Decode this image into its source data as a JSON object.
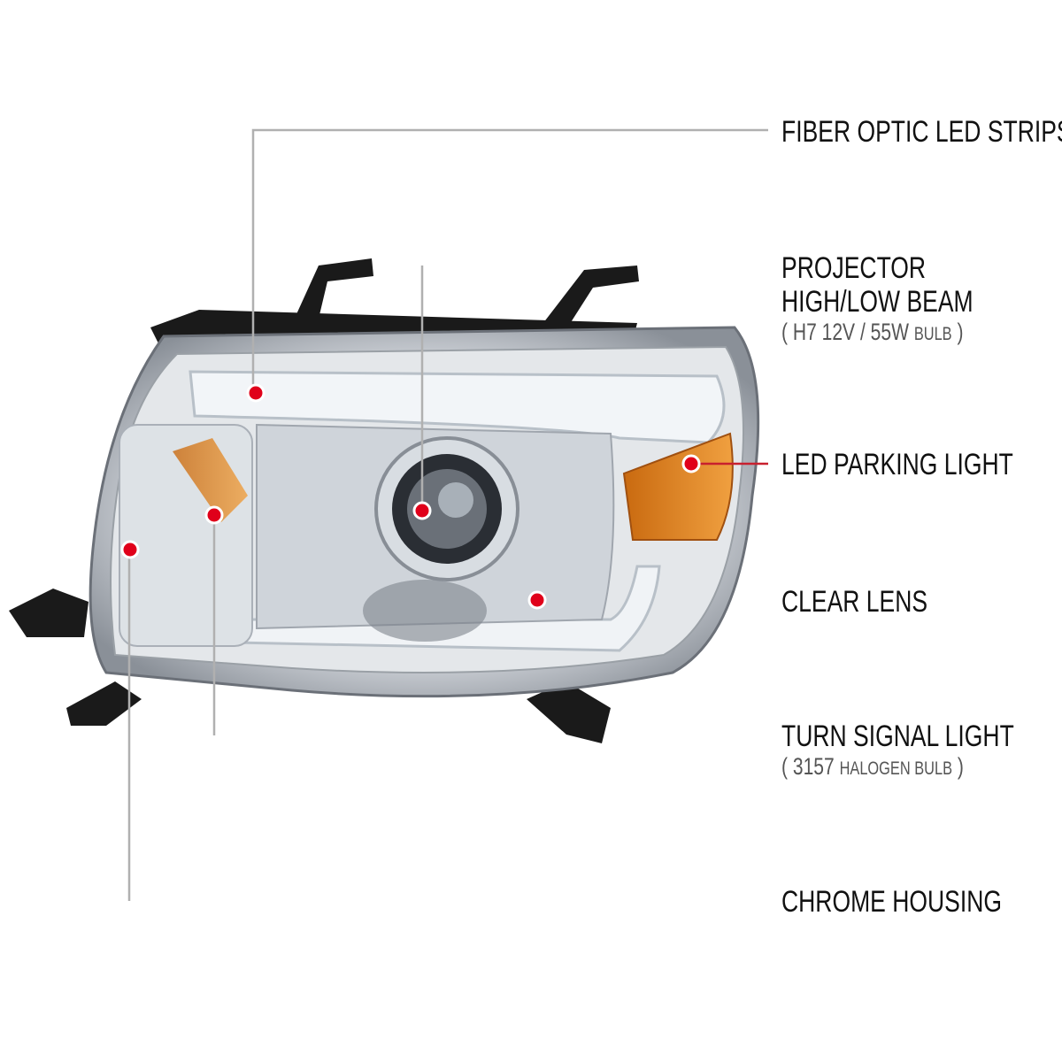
{
  "callouts": [
    {
      "title": "FIBER OPTIC LED STRIPS"
    },
    {
      "title": "PROJECTOR",
      "title2": "HIGH/LOW BEAM",
      "sub_open": "( H7  12V / 55W ",
      "sub_small": "BULB",
      "sub_close": " )"
    },
    {
      "title": "LED PARKING LIGHT"
    },
    {
      "title": "CLEAR LENS"
    },
    {
      "title": "TURN SIGNAL LIGHT",
      "sub_open": "( 3157 ",
      "sub_small": "HALOGEN BULB",
      "sub_close": " )"
    },
    {
      "title": "CHROME HOUSING"
    }
  ],
  "colors": {
    "marker": "#e0001a",
    "line_start": "#aaaaaa",
    "line_end": "#d4001a",
    "amber": "#e0821c"
  }
}
